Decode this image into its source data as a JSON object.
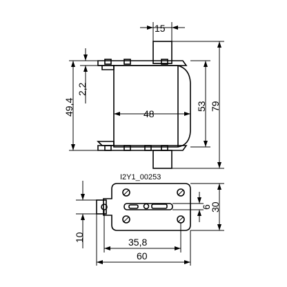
{
  "drawing_id": "I2Y1_00253",
  "dimensions": {
    "width_contact": "15",
    "height_overall": "79",
    "height_body": "53",
    "height_clamp": "49,4",
    "offset_small": "2,2",
    "width_body": "48",
    "depth_bottom": "30",
    "slot_height": "6",
    "base_offset": "10",
    "hole_spacing": "35,8",
    "base_width": "60"
  }
}
